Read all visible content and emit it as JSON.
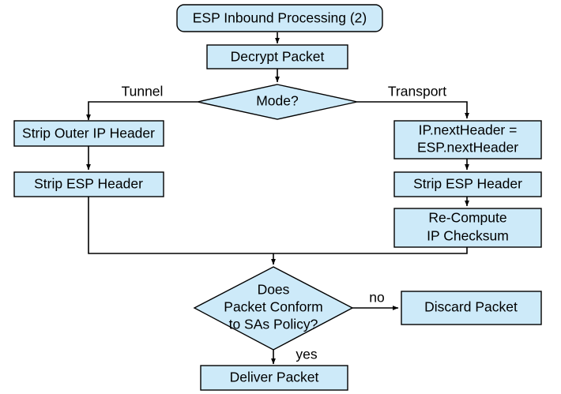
{
  "diagram": {
    "title": "ESP Inbound Processing (2)",
    "type": "flowchart",
    "colors": {
      "node_fill": "#cdeaf9",
      "node_stroke": "#000000",
      "background": "#ffffff",
      "text": "#000000"
    },
    "nodes": [
      {
        "id": "start",
        "kind": "terminator",
        "label": "ESP Inbound Processing (2)",
        "lines": [
          "ESP Inbound Processing (2)"
        ]
      },
      {
        "id": "decrypt",
        "kind": "process",
        "label": "Decrypt Packet",
        "lines": [
          "Decrypt Packet"
        ]
      },
      {
        "id": "mode",
        "kind": "decision",
        "label": "Mode?",
        "lines": [
          "Mode?"
        ]
      },
      {
        "id": "strip-outer-ip",
        "kind": "process",
        "label": "Strip Outer IP Header",
        "lines": [
          "Strip Outer IP Header"
        ]
      },
      {
        "id": "strip-esp-left",
        "kind": "process",
        "label": "Strip ESP Header",
        "lines": [
          "Strip ESP Header"
        ]
      },
      {
        "id": "next-header",
        "kind": "process",
        "label": "IP.nextHeader = ESP.nextHeader",
        "lines": [
          "IP.nextHeader =",
          "ESP.nextHeader"
        ]
      },
      {
        "id": "strip-esp-right",
        "kind": "process",
        "label": "Strip ESP Header",
        "lines": [
          "Strip ESP Header"
        ]
      },
      {
        "id": "recompute-checksum",
        "kind": "process",
        "label": "Re-Compute IP Checksum",
        "lines": [
          "Re-Compute",
          "IP Checksum"
        ]
      },
      {
        "id": "conform",
        "kind": "decision",
        "label": "Does Packet Conform to SAs Policy?",
        "lines": [
          "Does",
          "Packet Conform",
          "to SAs Policy?"
        ]
      },
      {
        "id": "discard",
        "kind": "process",
        "label": "Discard Packet",
        "lines": [
          "Discard Packet"
        ]
      },
      {
        "id": "deliver",
        "kind": "process",
        "label": "Deliver Packet",
        "lines": [
          "Deliver Packet"
        ]
      }
    ],
    "edge_labels": {
      "tunnel": "Tunnel",
      "transport": "Transport",
      "no": "no",
      "yes": "yes"
    },
    "edges": [
      {
        "from": "start",
        "to": "decrypt",
        "label": ""
      },
      {
        "from": "decrypt",
        "to": "mode",
        "label": ""
      },
      {
        "from": "mode",
        "to": "strip-outer-ip",
        "label": "Tunnel"
      },
      {
        "from": "mode",
        "to": "next-header",
        "label": "Transport"
      },
      {
        "from": "strip-outer-ip",
        "to": "strip-esp-left",
        "label": ""
      },
      {
        "from": "strip-esp-left",
        "to": "conform",
        "label": ""
      },
      {
        "from": "next-header",
        "to": "strip-esp-right",
        "label": ""
      },
      {
        "from": "strip-esp-right",
        "to": "recompute-checksum",
        "label": ""
      },
      {
        "from": "recompute-checksum",
        "to": "conform",
        "label": ""
      },
      {
        "from": "conform",
        "to": "discard",
        "label": "no"
      },
      {
        "from": "conform",
        "to": "deliver",
        "label": "yes"
      }
    ]
  }
}
